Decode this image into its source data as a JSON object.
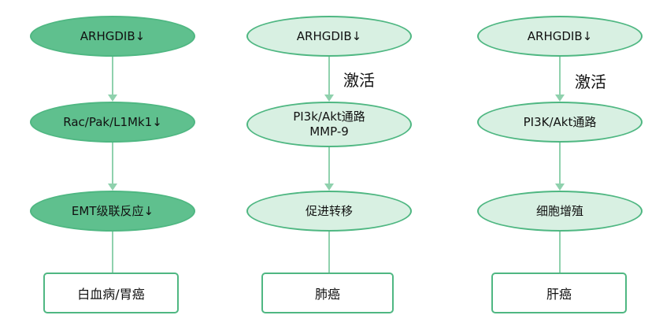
{
  "colors": {
    "dark_fill": "#5fc08e",
    "light_fill": "#d8f0e2",
    "border": "#4fb782",
    "connector": "#8fd1ad"
  },
  "columns": [
    {
      "nodes": [
        "ARHGDIB↓",
        "Rac/Pak/L1Mk1↓",
        "EMT级联反应↓"
      ],
      "result": "白血病/胃癌",
      "edge_label": ""
    },
    {
      "nodes": [
        "ARHGDIB↓",
        "PI3k/Akt通路\nMMP-9",
        "促进转移"
      ],
      "result": "肺癌",
      "edge_label": "激活"
    },
    {
      "nodes": [
        "ARHGDIB↓",
        "PI3K/Akt通路",
        "细胞增殖"
      ],
      "result": "肝癌",
      "edge_label": "激活"
    }
  ]
}
